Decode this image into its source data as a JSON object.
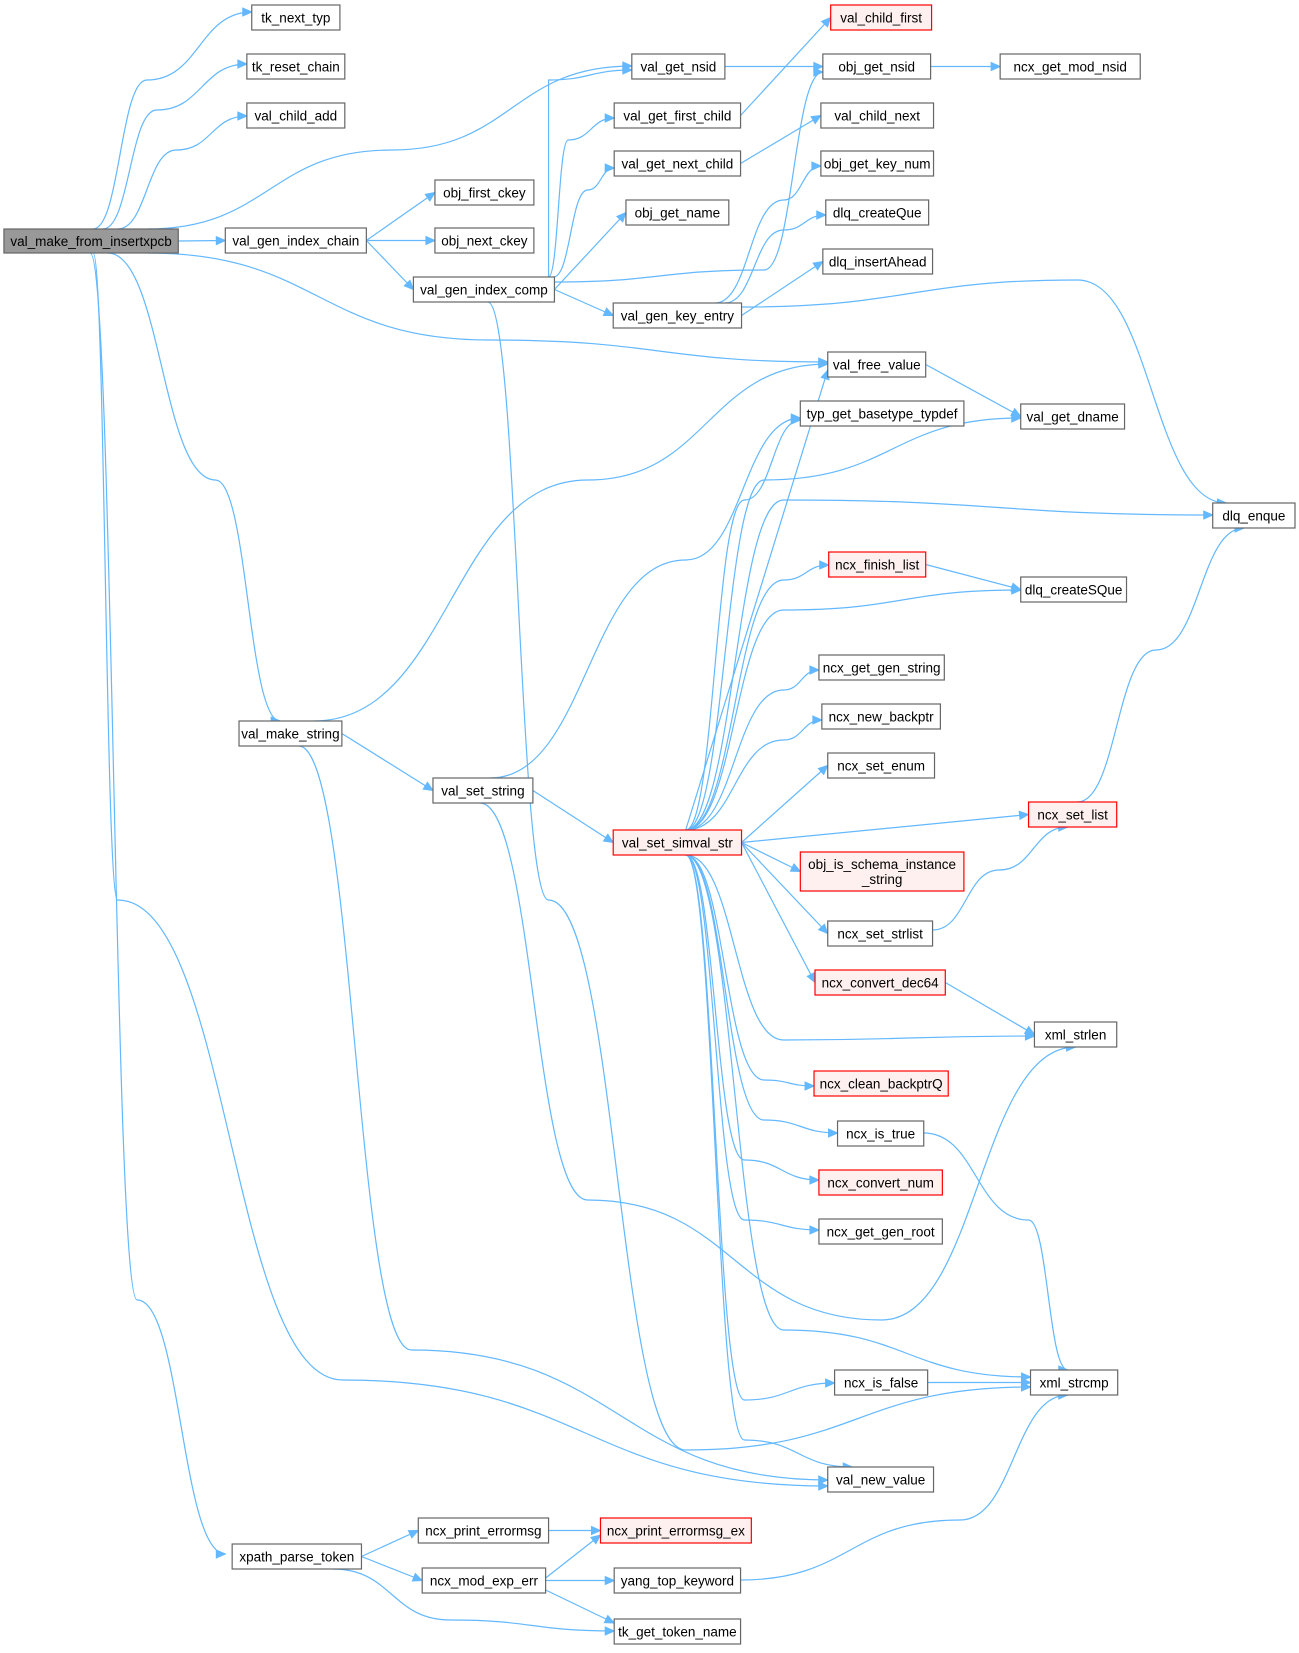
{
  "colors": {
    "edge": "#63b8ff",
    "node_fill": "#ffffff",
    "node_stroke": "#666666",
    "root_fill": "#999999",
    "root_stroke": "#666666",
    "error_fill": "#fff0f0",
    "error_stroke": "#ff0000"
  },
  "nodes": [
    {
      "id": "val_make_from_insertxpcb",
      "label": [
        "val_make_from_insertxpcb"
      ],
      "style": "root"
    },
    {
      "id": "tk_next_typ",
      "label": [
        "tk_next_typ"
      ],
      "style": "normal"
    },
    {
      "id": "tk_reset_chain",
      "label": [
        "tk_reset_chain"
      ],
      "style": "normal"
    },
    {
      "id": "val_child_add",
      "label": [
        "val_child_add"
      ],
      "style": "normal"
    },
    {
      "id": "val_gen_index_chain",
      "label": [
        "val_gen_index_chain"
      ],
      "style": "normal"
    },
    {
      "id": "obj_first_ckey",
      "label": [
        "obj_first_ckey"
      ],
      "style": "normal"
    },
    {
      "id": "obj_next_ckey",
      "label": [
        "obj_next_ckey"
      ],
      "style": "normal"
    },
    {
      "id": "val_gen_index_comp",
      "label": [
        "val_gen_index_comp"
      ],
      "style": "normal"
    },
    {
      "id": "val_get_nsid",
      "label": [
        "val_get_nsid"
      ],
      "style": "normal"
    },
    {
      "id": "val_get_first_child",
      "label": [
        "val_get_first_child"
      ],
      "style": "normal"
    },
    {
      "id": "val_get_next_child",
      "label": [
        "val_get_next_child"
      ],
      "style": "normal"
    },
    {
      "id": "obj_get_name",
      "label": [
        "obj_get_name"
      ],
      "style": "normal"
    },
    {
      "id": "val_gen_key_entry",
      "label": [
        "val_gen_key_entry"
      ],
      "style": "normal"
    },
    {
      "id": "val_child_first",
      "label": [
        "val_child_first"
      ],
      "style": "error"
    },
    {
      "id": "obj_get_nsid",
      "label": [
        "obj_get_nsid"
      ],
      "style": "normal"
    },
    {
      "id": "ncx_get_mod_nsid",
      "label": [
        "ncx_get_mod_nsid"
      ],
      "style": "normal"
    },
    {
      "id": "val_child_next",
      "label": [
        "val_child_next"
      ],
      "style": "normal"
    },
    {
      "id": "obj_get_key_num",
      "label": [
        "obj_get_key_num"
      ],
      "style": "normal"
    },
    {
      "id": "dlq_createQue",
      "label": [
        "dlq_createQue"
      ],
      "style": "normal"
    },
    {
      "id": "dlq_insertAhead",
      "label": [
        "dlq_insertAhead"
      ],
      "style": "normal"
    },
    {
      "id": "val_free_value",
      "label": [
        "val_free_value"
      ],
      "style": "normal"
    },
    {
      "id": "typ_get_basetype_typdef",
      "label": [
        "typ_get_basetype_typdef"
      ],
      "style": "normal"
    },
    {
      "id": "val_get_dname",
      "label": [
        "val_get_dname"
      ],
      "style": "normal"
    },
    {
      "id": "dlq_enque",
      "label": [
        "dlq_enque"
      ],
      "style": "normal"
    },
    {
      "id": "ncx_finish_list",
      "label": [
        "ncx_finish_list"
      ],
      "style": "error"
    },
    {
      "id": "dlq_createSQue",
      "label": [
        "dlq_createSQue"
      ],
      "style": "normal"
    },
    {
      "id": "ncx_get_gen_string",
      "label": [
        "ncx_get_gen_string"
      ],
      "style": "normal"
    },
    {
      "id": "ncx_new_backptr",
      "label": [
        "ncx_new_backptr"
      ],
      "style": "normal"
    },
    {
      "id": "ncx_set_enum",
      "label": [
        "ncx_set_enum"
      ],
      "style": "normal"
    },
    {
      "id": "ncx_set_list",
      "label": [
        "ncx_set_list"
      ],
      "style": "error"
    },
    {
      "id": "val_make_string",
      "label": [
        "val_make_string"
      ],
      "style": "normal"
    },
    {
      "id": "val_set_string",
      "label": [
        "val_set_string"
      ],
      "style": "normal"
    },
    {
      "id": "val_set_simval_str",
      "label": [
        "val_set_simval_str"
      ],
      "style": "error"
    },
    {
      "id": "obj_is_schema_instance_string",
      "label": [
        "obj_is_schema_instance",
        "_string"
      ],
      "style": "error"
    },
    {
      "id": "ncx_set_strlist",
      "label": [
        "ncx_set_strlist"
      ],
      "style": "normal"
    },
    {
      "id": "ncx_convert_dec64",
      "label": [
        "ncx_convert_dec64"
      ],
      "style": "error"
    },
    {
      "id": "xml_strlen",
      "label": [
        "xml_strlen"
      ],
      "style": "normal"
    },
    {
      "id": "ncx_clean_backptrQ",
      "label": [
        "ncx_clean_backptrQ"
      ],
      "style": "error"
    },
    {
      "id": "ncx_is_true",
      "label": [
        "ncx_is_true"
      ],
      "style": "normal"
    },
    {
      "id": "ncx_convert_num",
      "label": [
        "ncx_convert_num"
      ],
      "style": "error"
    },
    {
      "id": "ncx_get_gen_root",
      "label": [
        "ncx_get_gen_root"
      ],
      "style": "normal"
    },
    {
      "id": "ncx_is_false",
      "label": [
        "ncx_is_false"
      ],
      "style": "normal"
    },
    {
      "id": "xml_strcmp",
      "label": [
        "xml_strcmp"
      ],
      "style": "normal"
    },
    {
      "id": "val_new_value",
      "label": [
        "val_new_value"
      ],
      "style": "normal"
    },
    {
      "id": "xpath_parse_token",
      "label": [
        "xpath_parse_token"
      ],
      "style": "normal"
    },
    {
      "id": "ncx_print_errormsg",
      "label": [
        "ncx_print_errormsg"
      ],
      "style": "normal"
    },
    {
      "id": "ncx_print_errormsg_ex",
      "label": [
        "ncx_print_errormsg_ex"
      ],
      "style": "error"
    },
    {
      "id": "ncx_mod_exp_err",
      "label": [
        "ncx_mod_exp_err"
      ],
      "style": "normal"
    },
    {
      "id": "yang_top_keyword",
      "label": [
        "yang_top_keyword"
      ],
      "style": "normal"
    },
    {
      "id": "tk_get_token_name",
      "label": [
        "tk_get_token_name"
      ],
      "style": "normal"
    }
  ],
  "edges": [
    [
      "val_make_from_insertxpcb",
      "tk_next_typ"
    ],
    [
      "val_make_from_insertxpcb",
      "tk_reset_chain"
    ],
    [
      "val_make_from_insertxpcb",
      "val_child_add"
    ],
    [
      "val_make_from_insertxpcb",
      "val_get_nsid"
    ],
    [
      "val_make_from_insertxpcb",
      "val_gen_index_chain"
    ],
    [
      "val_make_from_insertxpcb",
      "val_free_value"
    ],
    [
      "val_make_from_insertxpcb",
      "val_make_string"
    ],
    [
      "val_make_from_insertxpcb",
      "val_new_value"
    ],
    [
      "val_make_from_insertxpcb",
      "xpath_parse_token"
    ],
    [
      "val_gen_index_chain",
      "obj_first_ckey"
    ],
    [
      "val_gen_index_chain",
      "obj_next_ckey"
    ],
    [
      "val_gen_index_chain",
      "val_gen_index_comp"
    ],
    [
      "val_gen_index_comp",
      "val_get_nsid"
    ],
    [
      "val_gen_index_comp",
      "val_get_first_child"
    ],
    [
      "val_gen_index_comp",
      "val_get_next_child"
    ],
    [
      "val_gen_index_comp",
      "obj_get_name"
    ],
    [
      "val_gen_index_comp",
      "obj_get_nsid"
    ],
    [
      "val_gen_index_comp",
      "val_gen_key_entry"
    ],
    [
      "val_gen_index_comp",
      "xml_strcmp"
    ],
    [
      "val_get_nsid",
      "obj_get_nsid"
    ],
    [
      "val_get_first_child",
      "val_child_first"
    ],
    [
      "val_get_next_child",
      "val_child_next"
    ],
    [
      "obj_get_nsid",
      "ncx_get_mod_nsid"
    ],
    [
      "val_gen_key_entry",
      "obj_get_key_num"
    ],
    [
      "val_gen_key_entry",
      "dlq_createQue"
    ],
    [
      "val_gen_key_entry",
      "dlq_insertAhead"
    ],
    [
      "val_gen_key_entry",
      "dlq_enque"
    ],
    [
      "val_free_value",
      "val_get_dname"
    ],
    [
      "val_make_string",
      "val_free_value"
    ],
    [
      "val_make_string",
      "val_set_string"
    ],
    [
      "val_make_string",
      "val_new_value"
    ],
    [
      "val_set_string",
      "typ_get_basetype_typdef"
    ],
    [
      "val_set_string",
      "val_set_simval_str"
    ],
    [
      "val_set_string",
      "xml_strlen"
    ],
    [
      "val_set_simval_str",
      "val_free_value"
    ],
    [
      "val_set_simval_str",
      "typ_get_basetype_typdef"
    ],
    [
      "val_set_simval_str",
      "val_get_dname"
    ],
    [
      "val_set_simval_str",
      "dlq_enque"
    ],
    [
      "val_set_simval_str",
      "ncx_finish_list"
    ],
    [
      "val_set_simval_str",
      "dlq_createSQue"
    ],
    [
      "val_set_simval_str",
      "ncx_get_gen_string"
    ],
    [
      "val_set_simval_str",
      "ncx_new_backptr"
    ],
    [
      "val_set_simval_str",
      "ncx_set_enum"
    ],
    [
      "val_set_simval_str",
      "ncx_set_list"
    ],
    [
      "val_set_simval_str",
      "obj_is_schema_instance_string"
    ],
    [
      "val_set_simval_str",
      "ncx_set_strlist"
    ],
    [
      "val_set_simval_str",
      "ncx_convert_dec64"
    ],
    [
      "val_set_simval_str",
      "xml_strlen"
    ],
    [
      "val_set_simval_str",
      "ncx_clean_backptrQ"
    ],
    [
      "val_set_simval_str",
      "ncx_is_true"
    ],
    [
      "val_set_simval_str",
      "ncx_convert_num"
    ],
    [
      "val_set_simval_str",
      "ncx_get_gen_root"
    ],
    [
      "val_set_simval_str",
      "xml_strcmp"
    ],
    [
      "val_set_simval_str",
      "ncx_is_false"
    ],
    [
      "val_set_simval_str",
      "val_new_value"
    ],
    [
      "ncx_finish_list",
      "dlq_createSQue"
    ],
    [
      "ncx_set_list",
      "dlq_enque"
    ],
    [
      "ncx_set_strlist",
      "ncx_set_list"
    ],
    [
      "ncx_convert_dec64",
      "xml_strlen"
    ],
    [
      "ncx_is_true",
      "xml_strcmp"
    ],
    [
      "ncx_is_false",
      "xml_strcmp"
    ],
    [
      "xpath_parse_token",
      "ncx_print_errormsg"
    ],
    [
      "xpath_parse_token",
      "ncx_mod_exp_err"
    ],
    [
      "xpath_parse_token",
      "tk_get_token_name"
    ],
    [
      "ncx_print_errormsg",
      "ncx_print_errormsg_ex"
    ],
    [
      "ncx_mod_exp_err",
      "ncx_print_errormsg_ex"
    ],
    [
      "ncx_mod_exp_err",
      "yang_top_keyword"
    ],
    [
      "ncx_mod_exp_err",
      "tk_get_token_name"
    ],
    [
      "yang_top_keyword",
      "xml_strcmp"
    ]
  ]
}
